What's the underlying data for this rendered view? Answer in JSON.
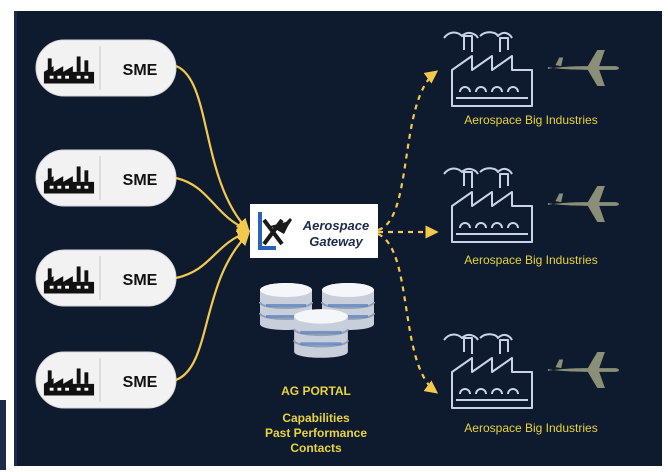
{
  "sme_nodes": [
    {
      "label": "SME",
      "icon": "factory-icon"
    },
    {
      "label": "SME",
      "icon": "factory-icon"
    },
    {
      "label": "SME",
      "icon": "factory-icon"
    },
    {
      "label": "SME",
      "icon": "factory-icon"
    }
  ],
  "gateway": {
    "line1": "Aerospace",
    "line2": "Gateway",
    "icon": "aerospace-gateway-logo"
  },
  "portal": {
    "title": "AG PORTAL",
    "items": [
      "Capabilities",
      "Past Performance",
      "Contacts"
    ],
    "icon": "database-icon"
  },
  "industries": [
    {
      "label": "Aerospace Big Industries",
      "icons": [
        "factory-icon",
        "airplane-icon"
      ]
    },
    {
      "label": "Aerospace Big Industries",
      "icons": [
        "factory-icon",
        "airplane-icon"
      ]
    },
    {
      "label": "Aerospace Big Industries",
      "icons": [
        "factory-icon",
        "airplane-icon"
      ]
    }
  ],
  "colors": {
    "background": "#0e1a2e",
    "arrow": "#f2c94c",
    "label": "#e8d33a",
    "sketch": "#c8d4e6",
    "pill": "#f2f2f2"
  }
}
